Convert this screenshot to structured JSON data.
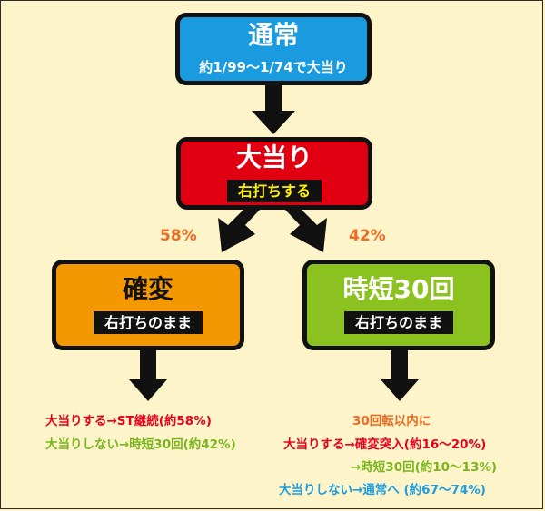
{
  "nodes": {
    "normal": {
      "title": "通常",
      "sub": "約1/99〜1/74で大当り"
    },
    "jackpot": {
      "title": "大当り",
      "sub": "右打ちする"
    },
    "kakuhen": {
      "title": "確変",
      "sub": "右打ちのまま"
    },
    "jitan": {
      "title": "時短30回",
      "sub": "右打ちのまま"
    }
  },
  "edges": {
    "left_pct": "58%",
    "right_pct": "42%"
  },
  "outcomes": {
    "left": [
      "大当りする→ST継続(約58%)",
      "大当りしない→時短30回(約42%)"
    ],
    "right": [
      "30回転以内に",
      "大当りする→確変突入(約16〜20%)",
      "→時短30回(約10〜13%)",
      "大当りしない→通常へ (約67〜74%)"
    ]
  },
  "colors": {
    "background": "#fdf5c9",
    "normal": "#1a9be0",
    "jackpot": "#e00012",
    "kakuhen": "#f39800",
    "jitan": "#8cc21f",
    "percent": "#ee6a22",
    "red_text": "#e6001e",
    "green_text": "#7ab51d",
    "blue_text": "#1e9ce0"
  }
}
